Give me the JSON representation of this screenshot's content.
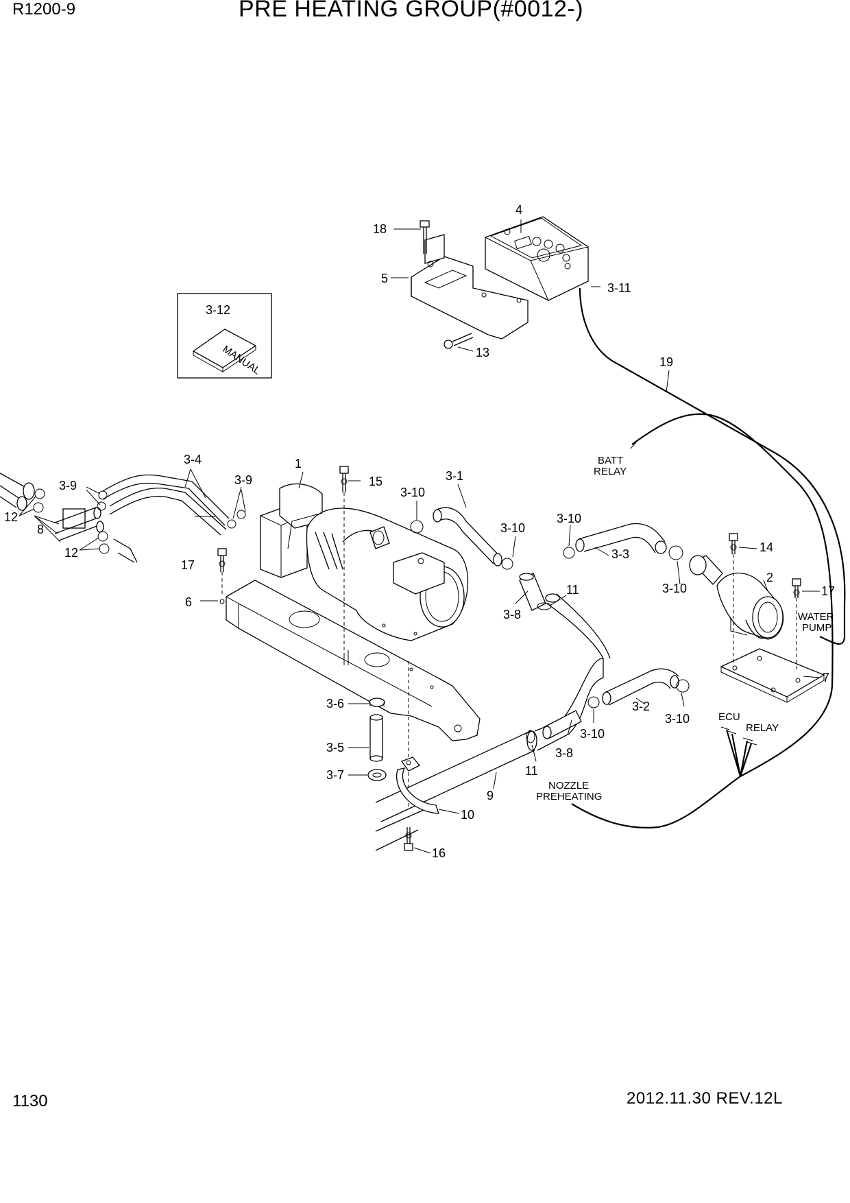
{
  "header": {
    "model": "R1200-9",
    "title": "PRE HEATING GROUP(#0012-)"
  },
  "footer": {
    "page_number": "1130",
    "revision": "2012.11.30  REV.12L"
  },
  "callouts": {
    "c1": "1",
    "c2": "2",
    "c4": "4",
    "c5": "5",
    "c6": "6",
    "c7": "7",
    "c8": "8",
    "c9": "9",
    "c10": "10",
    "c11a": "11",
    "c11b": "11",
    "c12a": "12",
    "c12b": "12",
    "c13": "13",
    "c14": "14",
    "c15": "15",
    "c16": "16",
    "c17a": "17",
    "c17b": "17",
    "c18": "18",
    "c19": "19",
    "c3_1": "3-1",
    "c3_2": "3-2",
    "c3_3": "3-3",
    "c3_4": "3-4",
    "c3_5": "3-5",
    "c3_6": "3-6",
    "c3_7": "3-7",
    "c3_8a": "3-8",
    "c3_8b": "3-8",
    "c3_9a": "3-9",
    "c3_9b": "3-9",
    "c3_10a": "3-10",
    "c3_10b": "3-10",
    "c3_10c": "3-10",
    "c3_10d": "3-10",
    "c3_10e": "3-10",
    "c3_10f": "3-10",
    "c3_11": "3-11",
    "c3_12": "3-12"
  },
  "notes": {
    "batt_relay_1": "BATT",
    "batt_relay_2": "RELAY",
    "water_pump_1": "WATER",
    "water_pump_2": "PUMP",
    "ecu": "ECU",
    "relay": "RELAY",
    "nozzle_1": "NOZZLE",
    "nozzle_2": "PREHEATING",
    "manual": "MANUAL"
  }
}
